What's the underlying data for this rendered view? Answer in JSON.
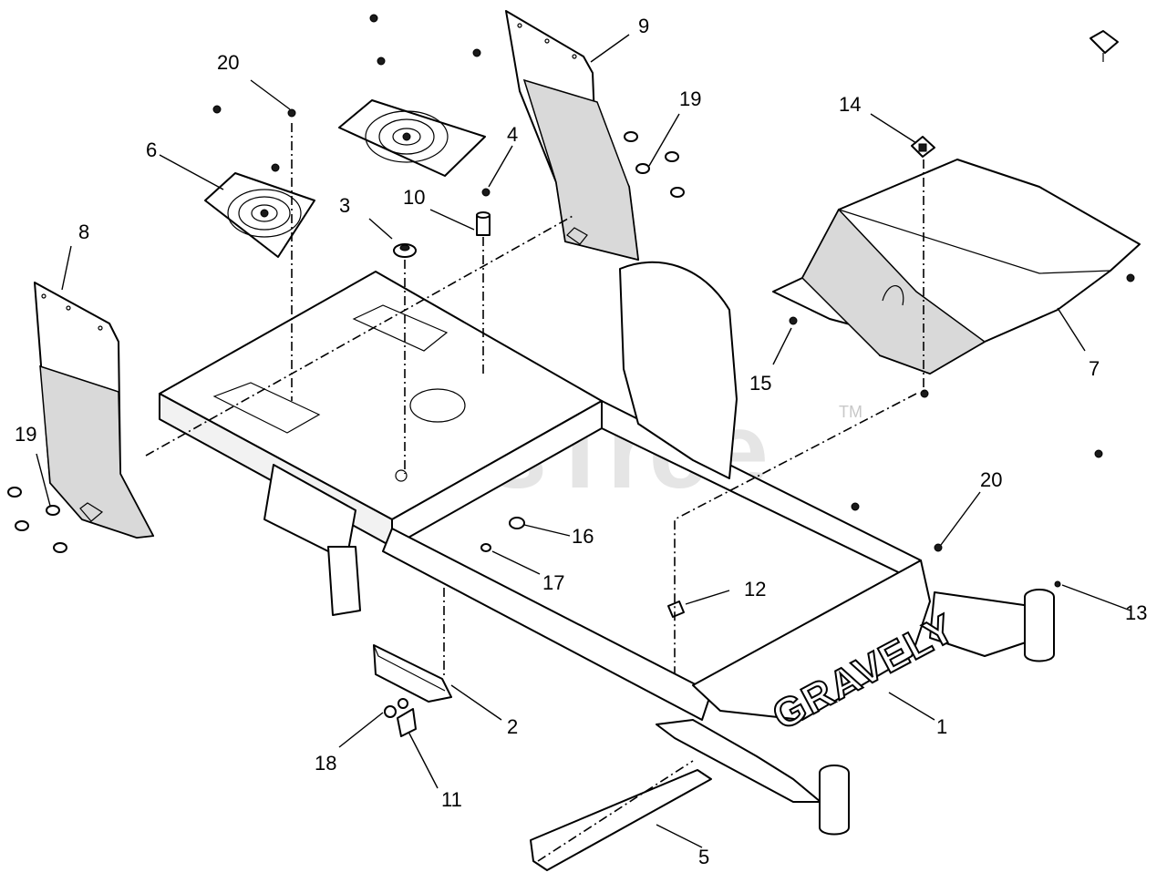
{
  "watermark": {
    "text": "PartsTree",
    "tm": "TM"
  },
  "brand": {
    "logo_text": "GRAVELY"
  },
  "callouts": [
    "1",
    "2",
    "3",
    "4",
    "5",
    "6",
    "7",
    "8",
    "9",
    "10",
    "11",
    "12",
    "13",
    "14",
    "15",
    "16",
    "17",
    "18",
    "19",
    "19",
    "20",
    "20"
  ]
}
